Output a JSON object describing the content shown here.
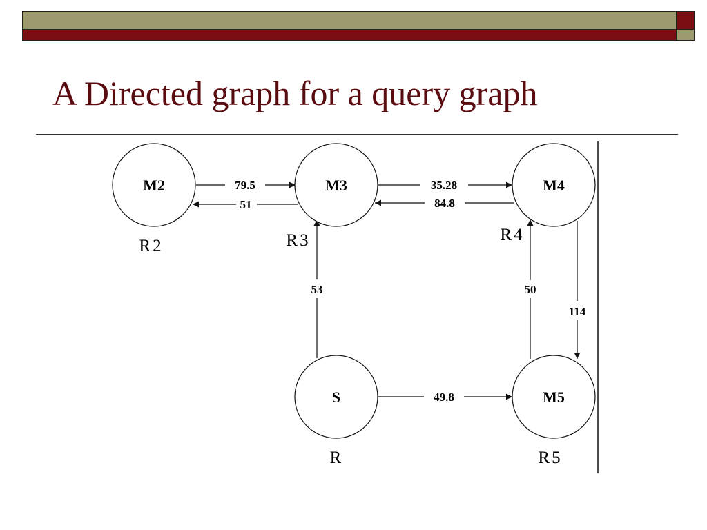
{
  "slide": {
    "title": "A Directed graph for a query graph"
  },
  "colors": {
    "title": "#5a0b10",
    "bar_olive": "#9c9a6e",
    "bar_maroon": "#7b0e12"
  },
  "diagram": {
    "nodes": [
      {
        "id": "M2",
        "label": "M2",
        "relation": "R2"
      },
      {
        "id": "M3",
        "label": "M3",
        "relation": "R3"
      },
      {
        "id": "M4",
        "label": "M4",
        "relation": "R4"
      },
      {
        "id": "S",
        "label": "S",
        "relation": "R"
      },
      {
        "id": "M5",
        "label": "M5",
        "relation": "R5"
      }
    ],
    "edges": [
      {
        "from": "M2",
        "to": "M3",
        "weight": "79.5"
      },
      {
        "from": "M3",
        "to": "M2",
        "weight": "51"
      },
      {
        "from": "M3",
        "to": "M4",
        "weight": "35.28"
      },
      {
        "from": "M4",
        "to": "M3",
        "weight": "84.8"
      },
      {
        "from": "S",
        "to": "M3",
        "weight": "53"
      },
      {
        "from": "M5",
        "to": "M4",
        "weight": "50"
      },
      {
        "from": "M4",
        "to": "M5",
        "weight": "114"
      },
      {
        "from": "S",
        "to": "M5",
        "weight": "49.8"
      }
    ]
  }
}
